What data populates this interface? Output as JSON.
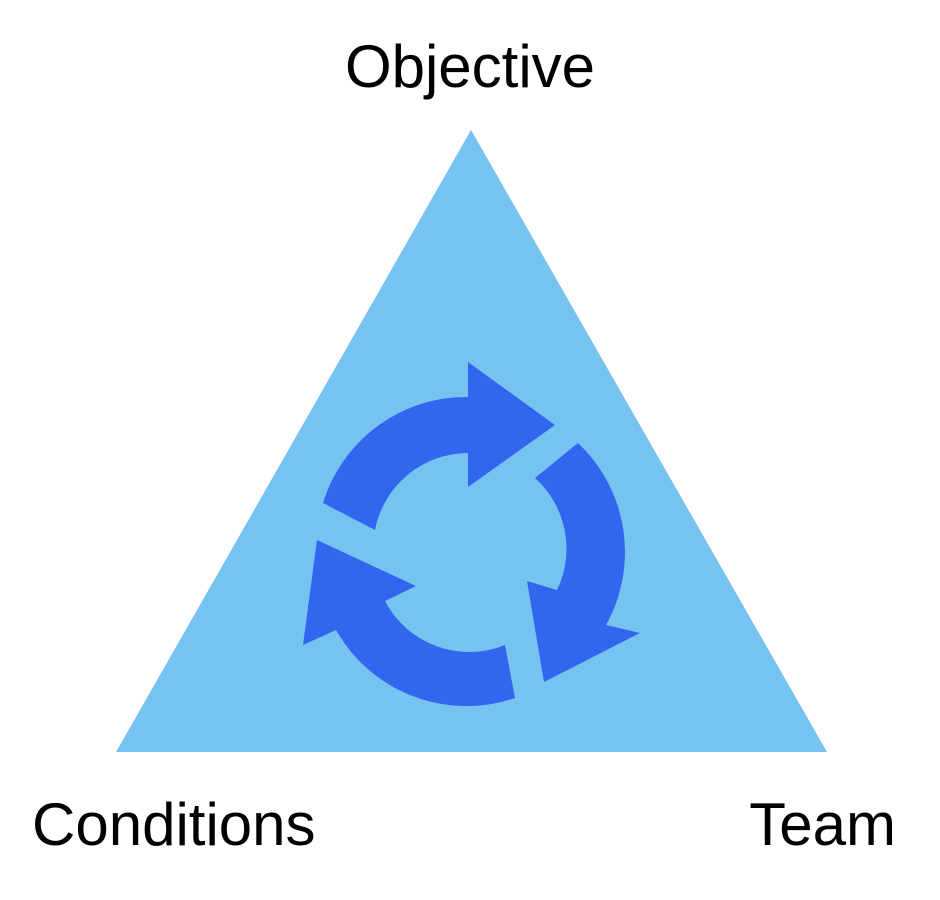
{
  "diagram": {
    "labels": {
      "top": "Objective",
      "left": "Conditions",
      "right": "Team"
    },
    "colors": {
      "triangle": "#76C2F0",
      "arrows": "#3366EE",
      "text": "#000000",
      "background": "#FFFFFF"
    },
    "center_icon": "cycle-arrows-icon"
  }
}
